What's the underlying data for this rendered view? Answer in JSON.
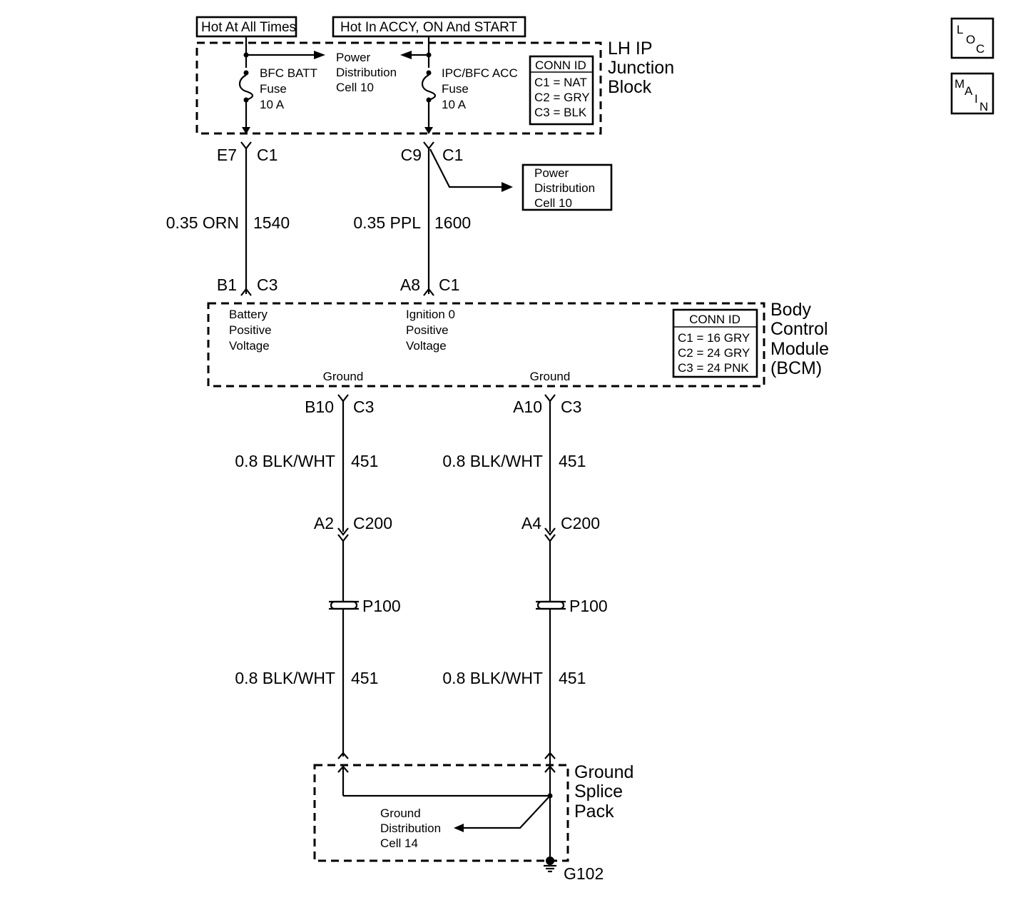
{
  "supply_labels": {
    "hot_at_all_times": "Hot At All Times",
    "hot_in_accy": "Hot In ACCY, ON And START"
  },
  "junction_block": {
    "name_line1": "LH IP",
    "name_line2": "Junction",
    "name_line3": "Block",
    "power_dist_line1": "Power",
    "power_dist_line2": "Distribution",
    "power_dist_line3": "Cell 10",
    "fuse_left_line1": "BFC BATT",
    "fuse_left_line2": "Fuse",
    "fuse_left_line3": "10 A",
    "fuse_right_line1": "IPC/BFC ACC",
    "fuse_right_line2": "Fuse",
    "fuse_right_line3": "10 A",
    "conn_id_title": "CONN ID",
    "conn_id_1": "C1 = NAT",
    "conn_id_2": "C2 = GRY",
    "conn_id_3": "C3 = BLK"
  },
  "upper_connectors": {
    "left_pin": "E7",
    "left_conn": "C1",
    "right_pin": "C9",
    "right_conn": "C1"
  },
  "power_dist_ref": {
    "line1": "Power",
    "line2": "Distribution",
    "line3": "Cell 10"
  },
  "upper_wires": {
    "left_spec": "0.35 ORN",
    "left_circuit": "1540",
    "right_spec": "0.35 PPL",
    "right_circuit": "1600"
  },
  "bcm_top_connectors": {
    "left_pin": "B1",
    "left_conn": "C3",
    "right_pin": "A8",
    "right_conn": "C1"
  },
  "bcm": {
    "name_line1": "Body",
    "name_line2": "Control",
    "name_line3": "Module",
    "name_line4": "(BCM)",
    "input_left_line1": "Battery",
    "input_left_line2": "Positive",
    "input_left_line3": "Voltage",
    "input_right_line1": "Ignition 0",
    "input_right_line2": "Positive",
    "input_right_line3": "Voltage",
    "ground_left": "Ground",
    "ground_right": "Ground",
    "conn_id_title": "CONN ID",
    "conn_id_1": "C1 = 16 GRY",
    "conn_id_2": "C2 = 24 GRY",
    "conn_id_3": "C3 = 24 PNK"
  },
  "bcm_bottom_connectors": {
    "left_pin": "B10",
    "left_conn": "C3",
    "right_pin": "A10",
    "right_conn": "C3"
  },
  "ground_wires_upper": {
    "left_spec": "0.8 BLK/WHT",
    "left_circuit": "451",
    "right_spec": "0.8 BLK/WHT",
    "right_circuit": "451"
  },
  "c200_connectors": {
    "left_pin": "A2",
    "left_conn": "C200",
    "right_pin": "A4",
    "right_conn": "C200"
  },
  "pass_throughs": {
    "left": "P100",
    "right": "P100"
  },
  "ground_wires_lower": {
    "left_spec": "0.8 BLK/WHT",
    "left_circuit": "451",
    "right_spec": "0.8 BLK/WHT",
    "right_circuit": "451"
  },
  "ground_splice": {
    "name_line1": "Ground",
    "name_line2": "Splice",
    "name_line3": "Pack",
    "ref_line1": "Ground",
    "ref_line2": "Distribution",
    "ref_line3": "Cell 14",
    "ground_point": "G102"
  },
  "nav_icons": {
    "loc_l": "L",
    "loc_o": "O",
    "loc_c": "C",
    "main_m": "M",
    "main_a": "A",
    "main_i": "I",
    "main_n": "N"
  }
}
